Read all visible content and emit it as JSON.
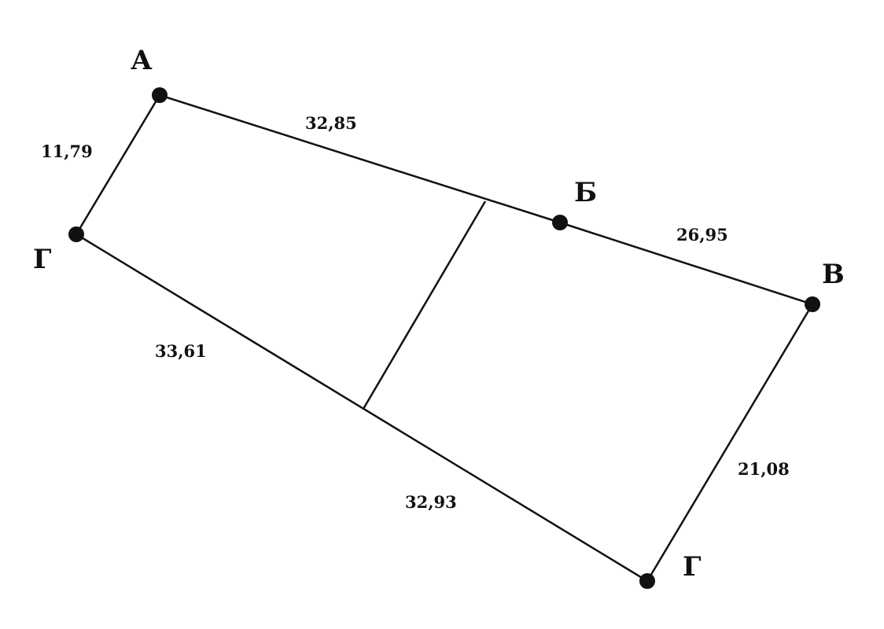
{
  "vertices": {
    "a": "А",
    "b": "Б",
    "v": "В",
    "g_bottom": "Г",
    "g_left": "Г"
  },
  "dimensions": {
    "a_g": "11,79",
    "a_split": "32,85",
    "b_v": "26,95",
    "g_split": "33,61",
    "split_g": "32,93",
    "v_g": "21,08"
  }
}
